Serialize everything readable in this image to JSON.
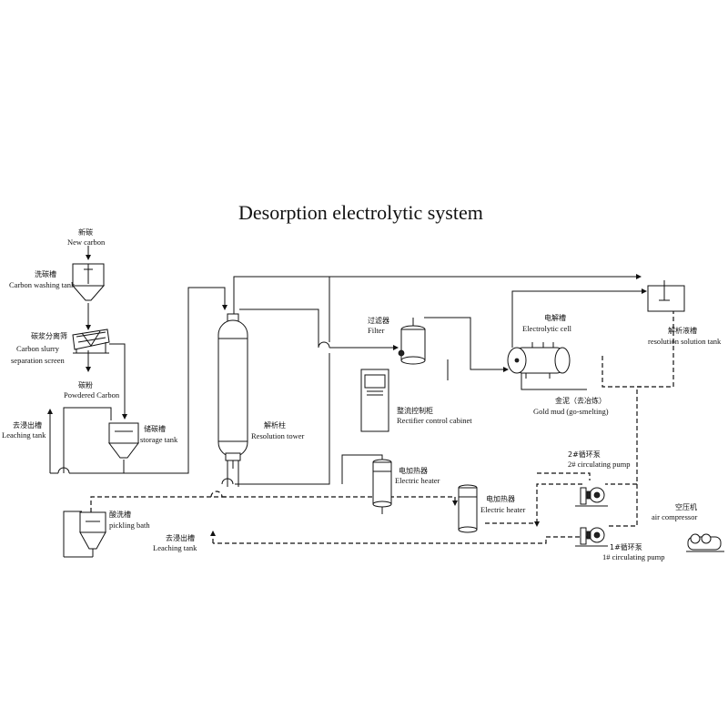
{
  "title": "Desorption electrolytic system",
  "labels": {
    "new_carbon_cn": "新碳",
    "new_carbon_en": "New carbon",
    "wash_cn": "洗碳槽",
    "wash_en": "Carbon washing tank",
    "screen_cn": "碳浆分离筛",
    "screen_en1": "Carbon slurry",
    "screen_en2": "separation screen",
    "powder_cn": "碳粉",
    "powder_en": "Powdered Carbon",
    "leach1_cn": "去浸出槽",
    "leach1_en": "Leaching tank",
    "storage_cn": "储碳槽",
    "storage_en": "storage tank",
    "tower_cn": "解析柱",
    "tower_en": "Resolution tower",
    "filter_cn": "过滤器",
    "filter_en": "Filter",
    "cell_cn": "电解槽",
    "cell_en": "Electrolytic cell",
    "solution_cn": "解析液槽",
    "solution_en": "resolution solution tank",
    "rectifier_cn": "整流控制柜",
    "rectifier_en": "Rectifier control cabinet",
    "gold_cn": "金泥（去冶炼）",
    "gold_en": "Gold mud (go-smelting)",
    "heater1_cn": "电加热器",
    "heater1_en": "Electric heater",
    "heater2_cn": "电加热器",
    "heater2_en": "Electric heater",
    "pump2_cn": "2#循环泵",
    "pump2_en": "2# circulating pump",
    "pump1_cn": "1#循环泵",
    "pump1_en": "1# circulating pump",
    "compressor_cn": "空压机",
    "compressor_en": "air compressor",
    "pickling_cn": "酸洗槽",
    "pickling_en": "pickling bath",
    "leach2_cn": "去浸出槽",
    "leach2_en": "Leaching tank"
  }
}
